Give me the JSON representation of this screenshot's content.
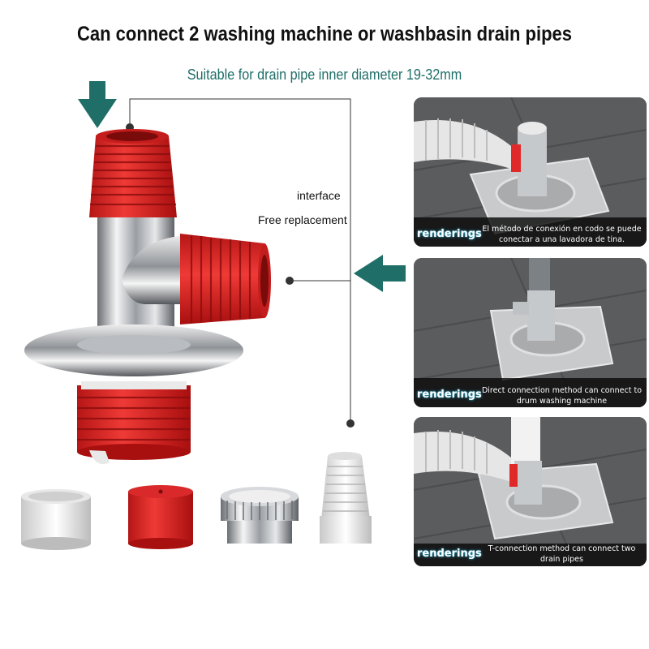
{
  "header": {
    "title": "Can connect 2 washing machine or washbasin drain pipes",
    "subtitle": "Suitable for drain pipe inner diameter 19-32mm"
  },
  "labels": {
    "interface": "interface",
    "free_replacement": "Free replacement"
  },
  "panels": [
    {
      "badge": "renderings",
      "caption": "El método de conexión en codo se puede conectar a una lavadora de tina."
    },
    {
      "badge": "renderings",
      "caption": "Direct connection method can connect to drum washing machine"
    },
    {
      "badge": "renderings",
      "caption": "T-connection method can connect two drain pipes"
    }
  ],
  "colors": {
    "accent_teal": "#1f6f68",
    "rubber_red": "#e02a2a",
    "chrome": "#c9ccd0"
  }
}
